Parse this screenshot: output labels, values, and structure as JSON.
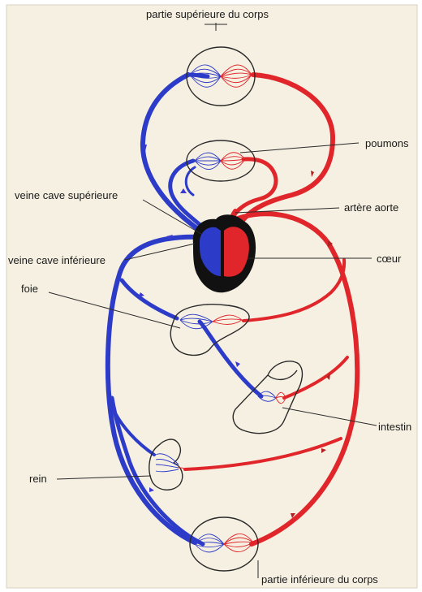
{
  "diagram": {
    "labels": {
      "upper_body": "partie supérieure du corps",
      "lungs": "poumons",
      "superior_vena_cava": "veine cave supérieure",
      "aorta": "artère aorte",
      "inferior_vena_cava": "veine cave inférieure",
      "heart": "cœur",
      "liver": "foie",
      "intestine": "intestin",
      "kidney": "rein",
      "lower_body": "partie inférieure du corps"
    },
    "colors": {
      "venous_blood": "#2d3cc8",
      "arterial_blood": "#e0262a",
      "heart_outline": "#111111",
      "background": "#f6f0e2"
    }
  }
}
